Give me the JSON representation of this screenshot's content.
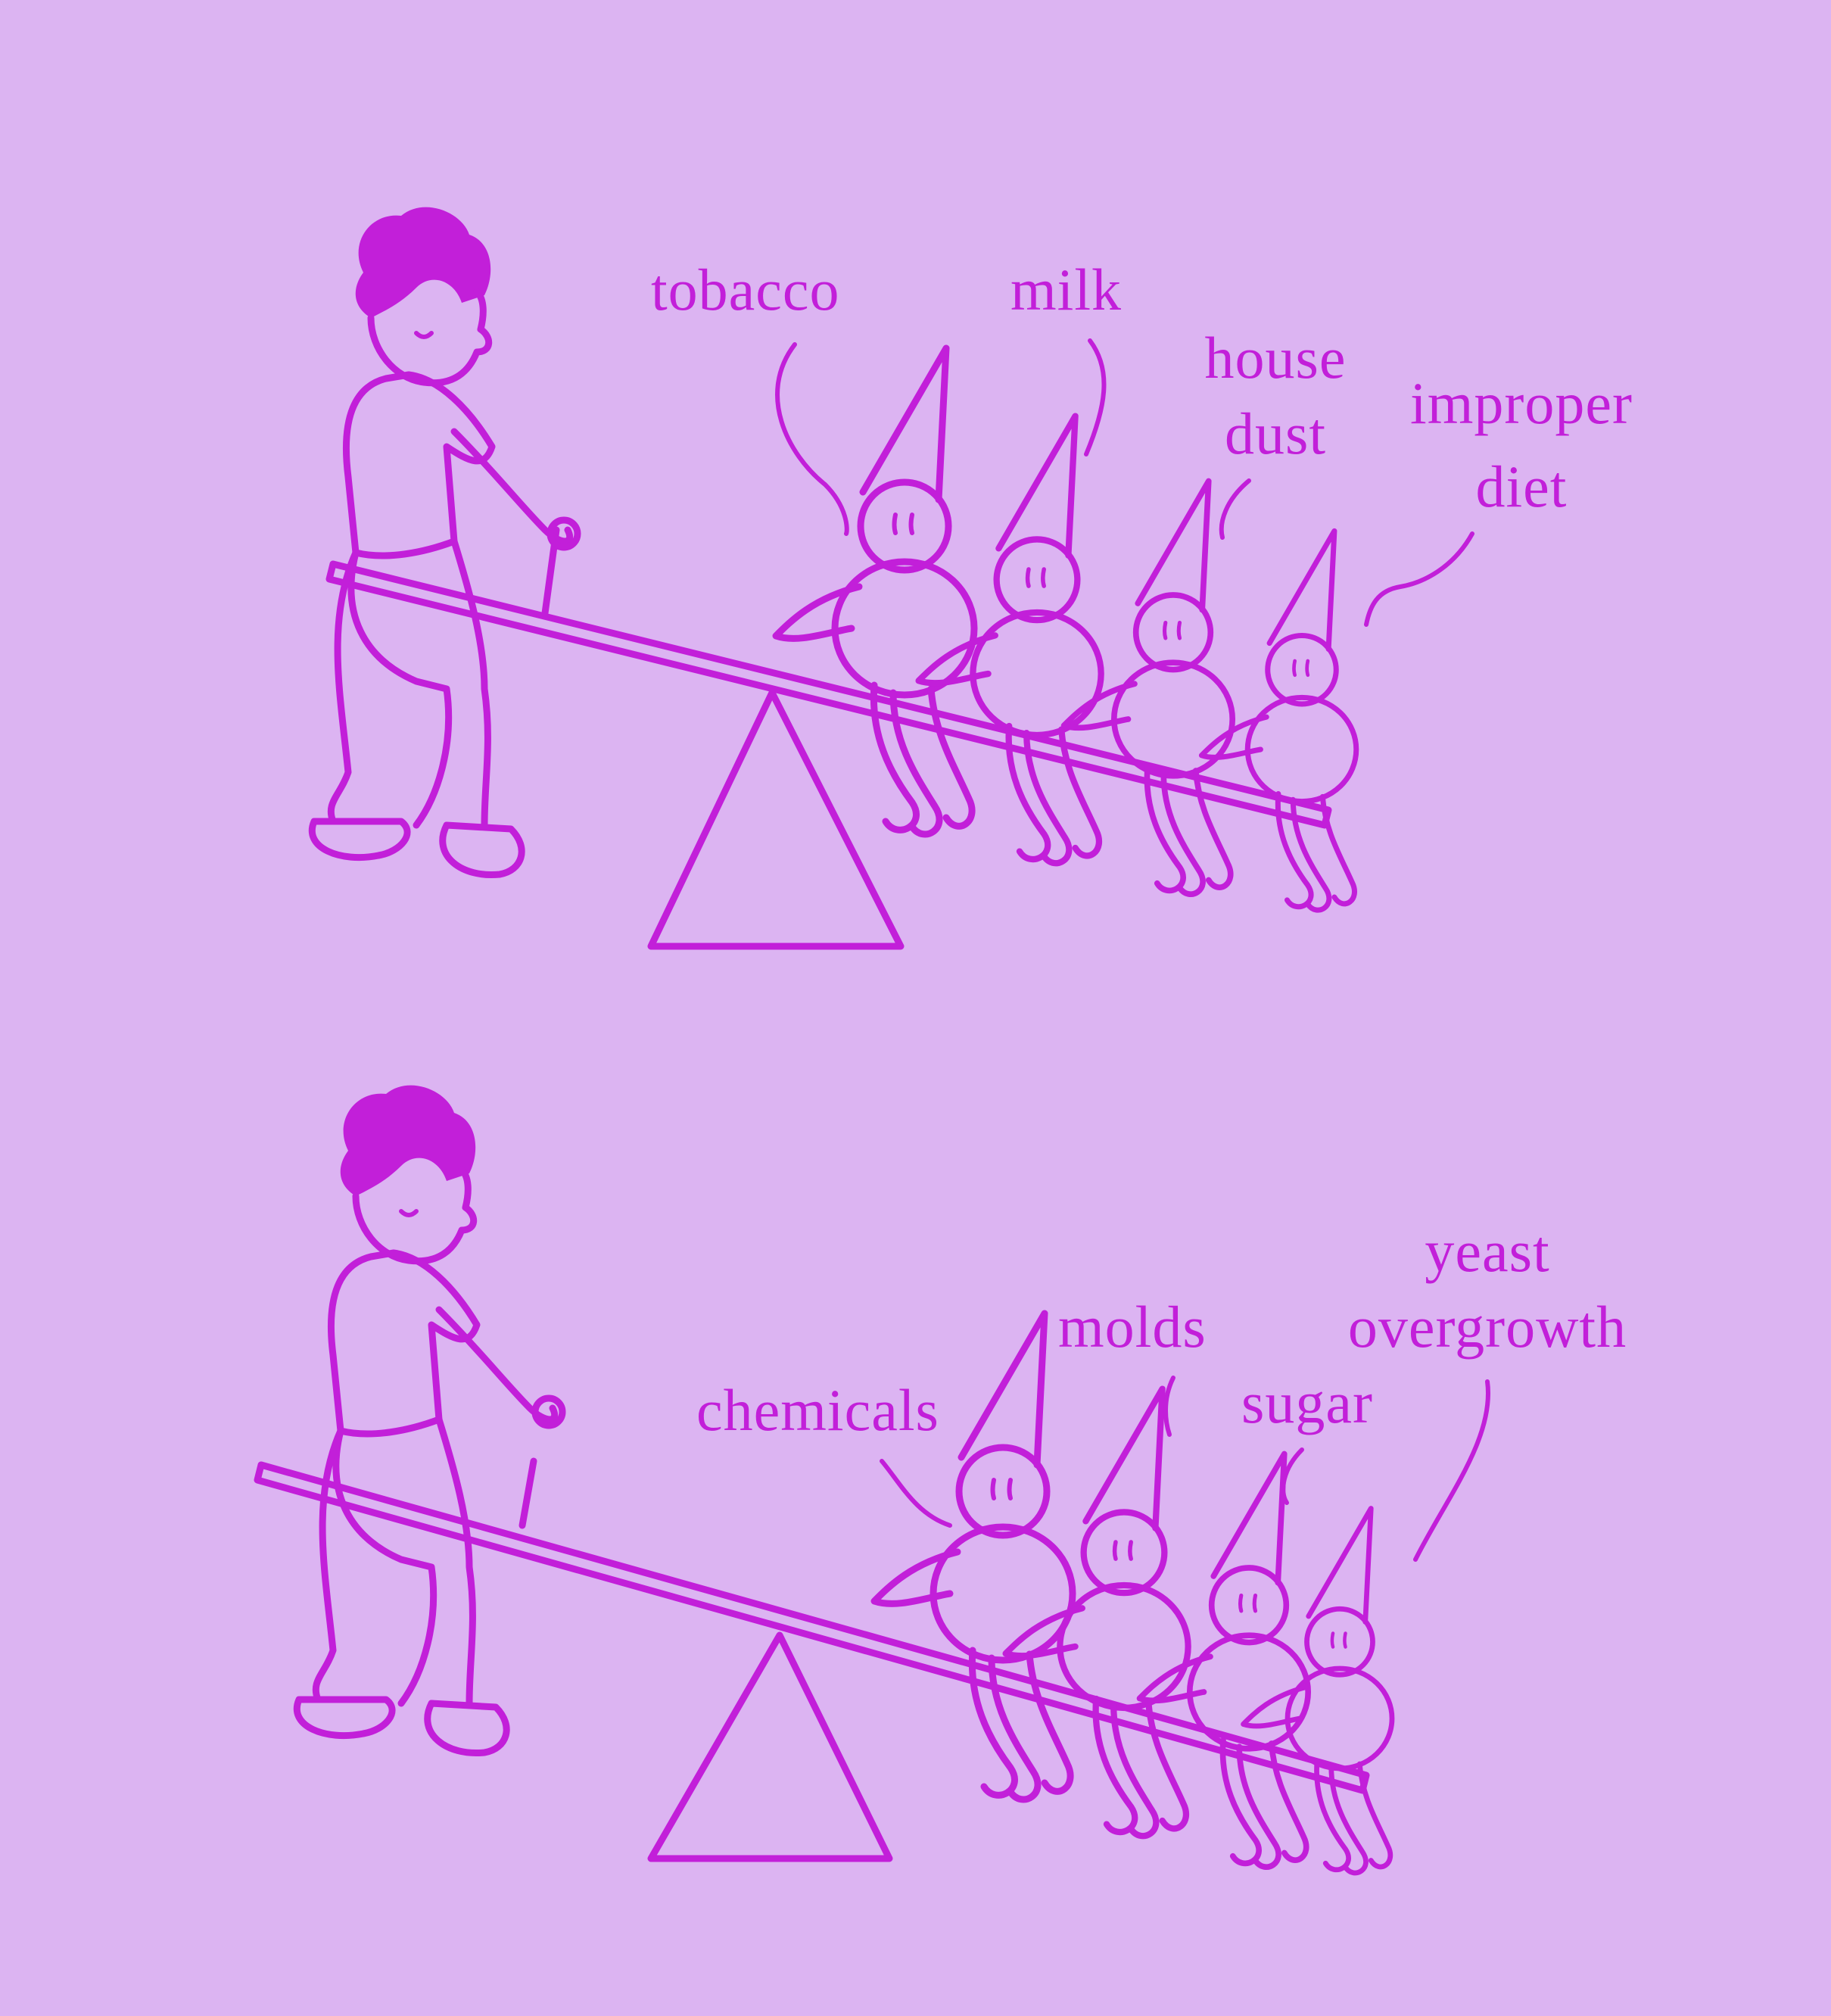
{
  "colors": {
    "background": "#dcb4f2",
    "ink": "#c21fd9"
  },
  "top_scene": {
    "labels": {
      "tobacco": "tobacco",
      "milk": "milk",
      "house_dust_1": "house",
      "house_dust_2": "dust",
      "improper_diet_1": "improper",
      "improper_diet_2": "diet"
    }
  },
  "bottom_scene": {
    "labels": {
      "chemicals": "chemicals",
      "molds": "molds",
      "sugar": "sugar",
      "yeast_1": "yeast",
      "yeast_2": "overgrowth"
    }
  }
}
